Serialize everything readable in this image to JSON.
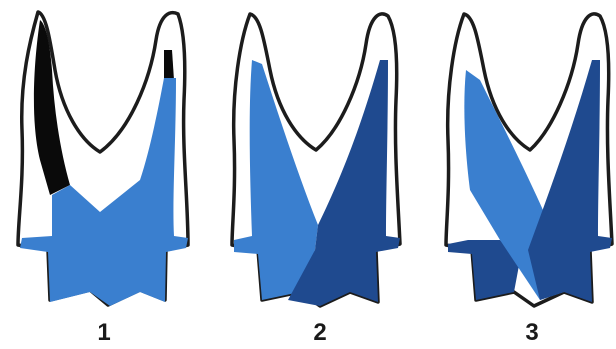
{
  "panels": [
    {
      "label": "1",
      "description_colors": [
        "light-blue"
      ]
    },
    {
      "label": "2",
      "description_colors": [
        "light-blue",
        "dark-blue"
      ]
    },
    {
      "label": "3",
      "description_colors": [
        "light-blue",
        "dark-blue"
      ]
    }
  ],
  "colors": {
    "outline": "#1c1c1c",
    "light_blue": "#3a7fcf",
    "dark_blue": "#1f4a8f",
    "black_fill": "#0a0a0a",
    "background": "#ffffff"
  }
}
